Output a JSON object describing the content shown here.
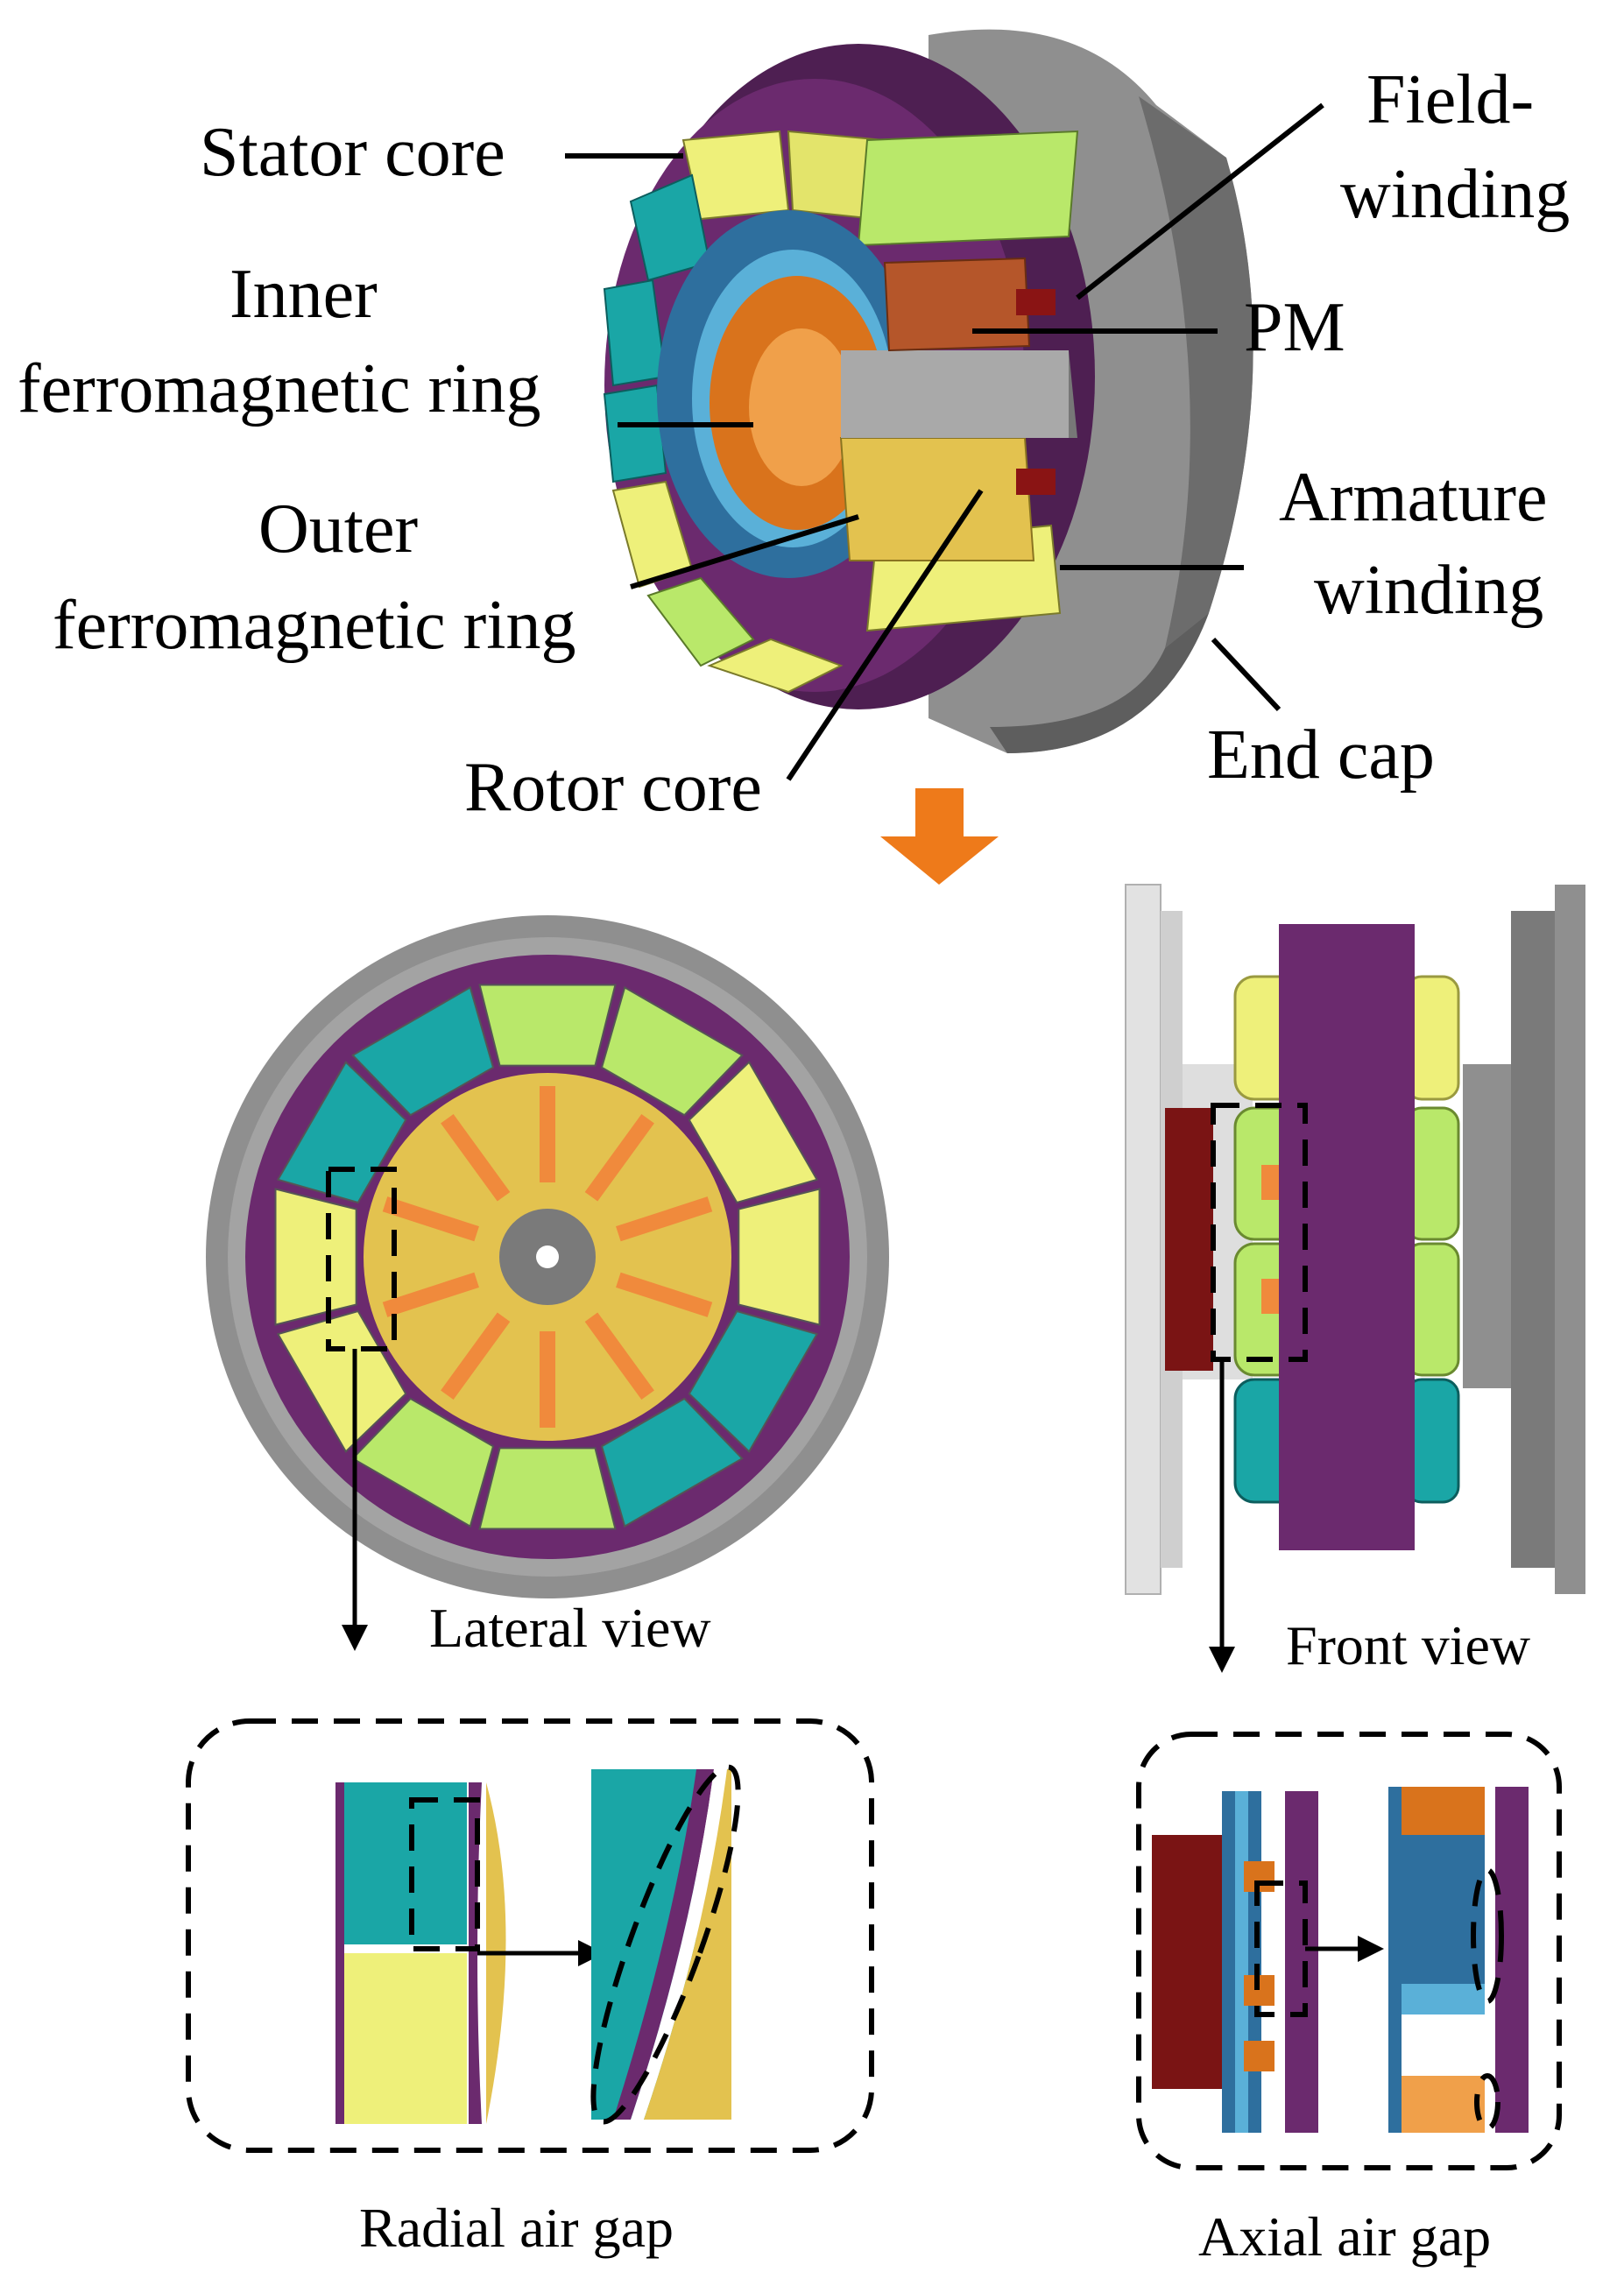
{
  "labels": {
    "stator_core": "Stator core",
    "field_winding_line1": "Field-",
    "field_winding_line2": "winding",
    "inner_ring_line1": "Inner",
    "inner_ring_line2": "ferromagnetic ring",
    "pm": "PM",
    "outer_ring_line1": "Outer",
    "outer_ring_line2": "ferromagnetic ring",
    "armature_line1": "Armature",
    "armature_line2": "winding",
    "rotor_core": "Rotor core",
    "end_cap": "End cap",
    "lateral_view": "Lateral view",
    "front_view": "Front view",
    "radial_air_gap": "Radial air gap",
    "axial_air_gap": "Axial air gap"
  },
  "colors": {
    "stator_purple": "#6b2a6e",
    "stator_purple_dark": "#4e1f52",
    "yellow_coil": "#eef07a",
    "green_coil": "#b9e86a",
    "teal_coil": "#1aa6a6",
    "rotor_gold": "#e3c24f",
    "pm_orange": "#f08a3c",
    "inner_ring_orange": "#d9731c",
    "outer_ring_blue": "#2e6f9e",
    "field_red": "#8a1414",
    "end_cap_gray": "#8f8f8f",
    "arrow_orange": "#ee7a1a"
  }
}
